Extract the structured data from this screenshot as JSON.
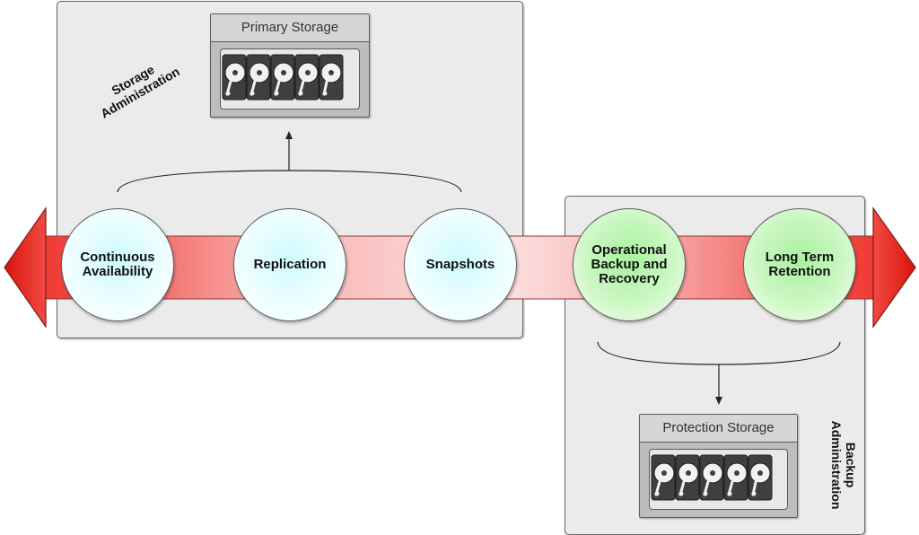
{
  "storage_admin": {
    "label_line1": "Storage",
    "label_line2": "Administration"
  },
  "backup_admin": {
    "label_line1": "Backup",
    "label_line2": "Administration"
  },
  "primary_storage": {
    "title": "Primary Storage",
    "disk_count": 5
  },
  "protection_storage": {
    "title": "Protection Storage",
    "disk_count": 5
  },
  "capabilities": [
    {
      "label": "Continuous Availability",
      "group": "storage",
      "color": "#e6fdff"
    },
    {
      "label": "Replication",
      "group": "storage",
      "color": "#e6fdff"
    },
    {
      "label": "Snapshots",
      "group": "storage",
      "color": "#e6fdff"
    },
    {
      "label": "Operational Backup and Recovery",
      "group": "backup",
      "color": "#c9f7c1"
    },
    {
      "label": "Long Term Retention",
      "group": "backup",
      "color": "#c9f7c1"
    }
  ],
  "colors": {
    "arrow_red": "#e8221b",
    "band_pink": "#f4a3a3",
    "panel_gray": "#ebebeb"
  }
}
